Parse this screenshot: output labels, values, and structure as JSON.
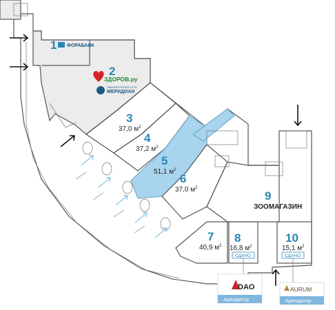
{
  "rooms": [
    {
      "id": "1",
      "number": "1",
      "area": ""
    },
    {
      "id": "2",
      "number": "2",
      "area": ""
    },
    {
      "id": "3",
      "number": "3",
      "area": "37,0 м"
    },
    {
      "id": "4",
      "number": "4",
      "area": "37,2 м"
    },
    {
      "id": "5",
      "number": "5",
      "area": "51,1 м"
    },
    {
      "id": "6",
      "number": "6",
      "area": "37,0 м"
    },
    {
      "id": "7",
      "number": "7",
      "area": "40,9 м"
    },
    {
      "id": "8",
      "number": "8",
      "area": "16,8 м"
    },
    {
      "id": "9",
      "number": "9",
      "area": ""
    },
    {
      "id": "10",
      "number": "10",
      "area": "15,1 м"
    }
  ],
  "area_superscript": "2",
  "labels": {
    "forabank": "ФОРАБАНК",
    "zdorov": "ЗДОРОВ.ру",
    "meridian_top": "ЛАБОРАТОРНАЯ СЕТЬ",
    "meridian": "МЕРИДИАН",
    "zoo": "ЗООМАГАЗИН",
    "sdano": "СДАНО"
  },
  "tenants": [
    {
      "brand": "DAO",
      "caption": "Арендатор"
    },
    {
      "brand": "AURUM",
      "caption": "Арендатор"
    }
  ],
  "colors": {
    "number": "#2a86b4",
    "highlight": "#a9d4ee",
    "gray_zone": "#ececec",
    "tenant_bar": "#7fb7de",
    "zdorov_red": "#d6232a"
  }
}
